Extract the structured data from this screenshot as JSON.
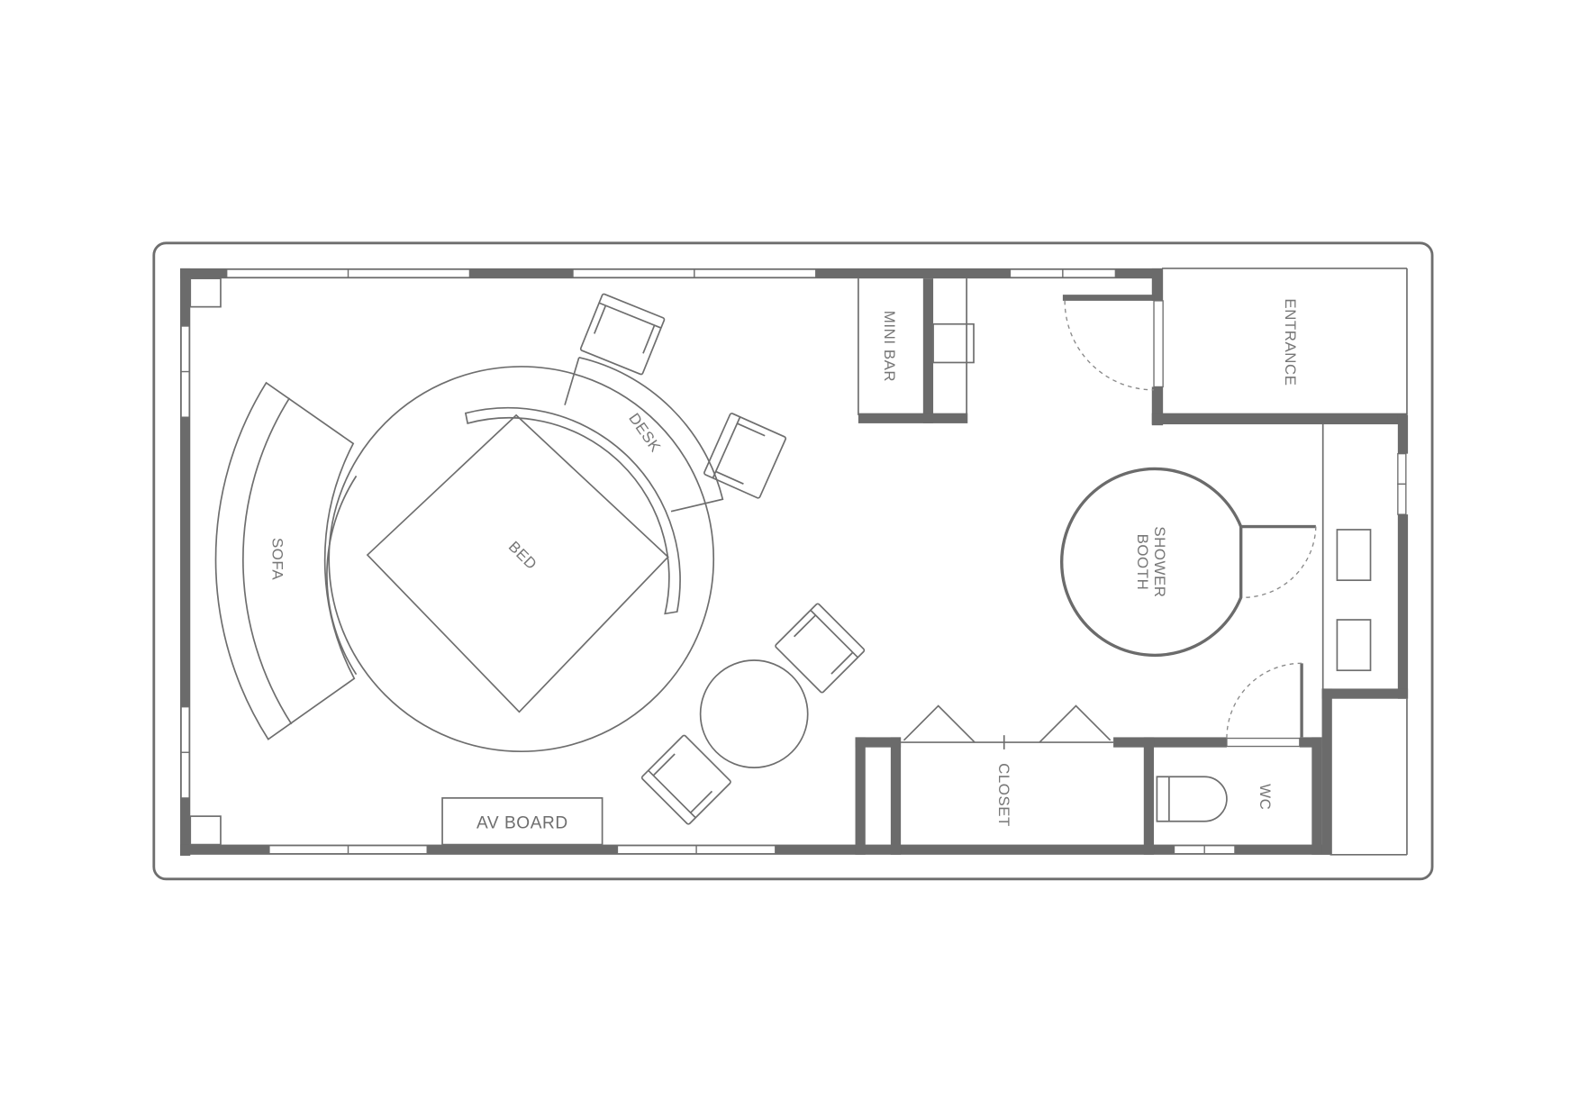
{
  "diagram": {
    "type": "hotel room floor plan",
    "colors": {
      "wall": "#6b6b6b",
      "line": "#6e6e6e",
      "label": "#777777",
      "background": "#ffffff"
    },
    "rooms": {
      "mini_bar": "MINI BAR",
      "entrance": "ENTRANCE",
      "shower_booth_line1": "SHOWER",
      "shower_booth_line2": "BOOTH",
      "closet": "CLOSET",
      "wc": "WC"
    },
    "furniture": {
      "sofa": "SOFA",
      "bed": "BED",
      "desk": "DESK",
      "av_board": "AV BOARD"
    }
  }
}
